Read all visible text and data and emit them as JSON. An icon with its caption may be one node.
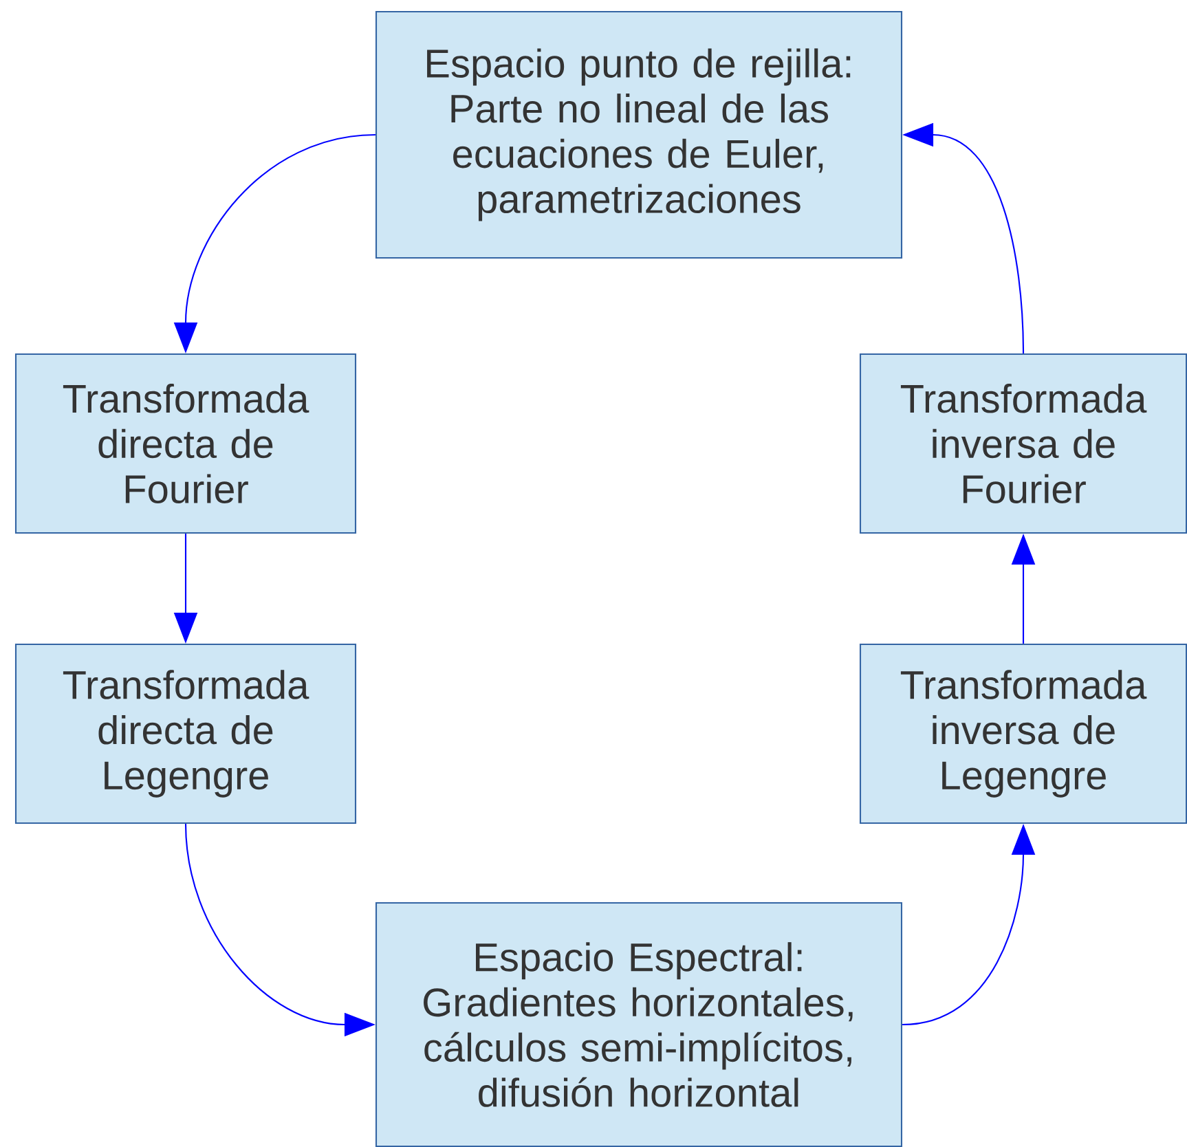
{
  "diagram": {
    "nodes": [
      {
        "text": [
          "Espacio punto de rejilla: Parte no lineal de las ecuaciones de Euler, parametrizaciones"
        ]
      },
      {
        "text": [
          "Transformada directa de Fourier"
        ]
      },
      {
        "text": [
          "Transformada directa de Legengre"
        ]
      },
      {
        "text": [
          "Espacio Espectral: Gradientes horizontales, cálculos semi-implícitos, difusión horizontal"
        ]
      },
      {
        "text": [
          "Transformada inversa de Legengre"
        ]
      },
      {
        "text": [
          "Transformada inversa de Fourier"
        ]
      }
    ],
    "edges": [
      {
        "from": 0,
        "to": 1,
        "arrow": "to"
      },
      {
        "from": 1,
        "to": 2,
        "arrow": "to"
      },
      {
        "from": 2,
        "to": 3,
        "arrow": "to"
      },
      {
        "from": 3,
        "to": 4,
        "arrow": "to"
      },
      {
        "from": 4,
        "to": 5,
        "arrow": "to"
      },
      {
        "from": 5,
        "to": 0,
        "arrow": "to"
      }
    ]
  }
}
